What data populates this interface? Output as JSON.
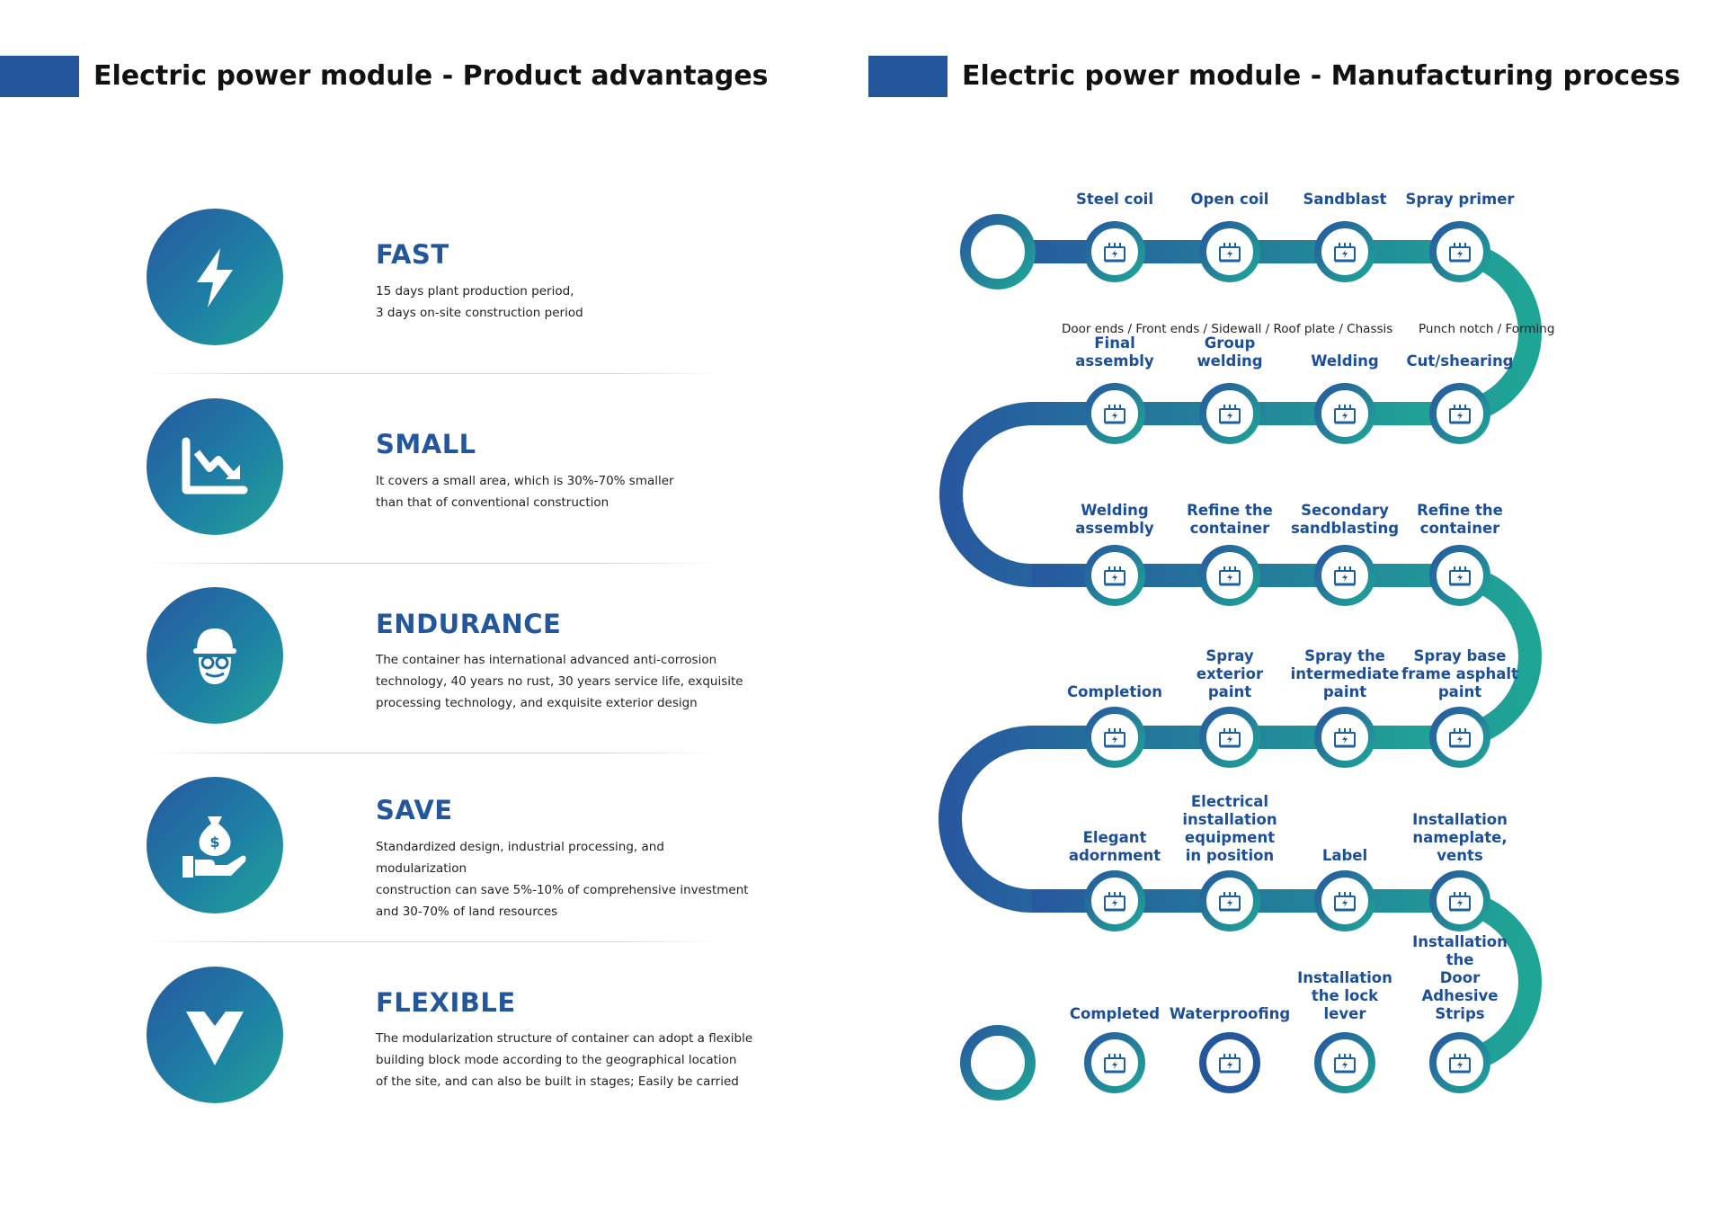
{
  "left": {
    "title": "Electric power module - Product advantages",
    "items": [
      {
        "icon": "lightning-icon",
        "title": "FAST",
        "desc": [
          "15 days plant production period,",
          "3 days on-site construction period"
        ]
      },
      {
        "icon": "chart-down-icon",
        "title": "SMALL",
        "desc": [
          "It covers a small area, which is 30%-70% smaller",
          "than that of conventional construction"
        ]
      },
      {
        "icon": "worker-helmet-icon",
        "title": "ENDURANCE",
        "desc": [
          "The container has international advanced anti-corrosion",
          "technology, 40 years no rust, 30 years service life, exquisite",
          "processing technology, and exquisite exterior design"
        ]
      },
      {
        "icon": "money-bag-hand-icon",
        "title": "SAVE",
        "desc": [
          "Standardized design, industrial processing, and modularization",
          "construction can save 5%-10% of comprehensive investment",
          "and 30-70% of land resources"
        ]
      },
      {
        "icon": "down-triangle-icon",
        "title": "FLEXIBLE",
        "desc": [
          "The modularization structure of container can adopt a flexible",
          "building block mode according to the geographical location",
          "of the site, and can also be built in stages; Easily be carried"
        ]
      }
    ]
  },
  "right": {
    "title": "Electric power module - Manufacturing process",
    "note_left": "Door ends / Front ends / Sidewall / Roof plate / Chassis",
    "note_right": "Punch notch / Forming",
    "rows": [
      [
        "Steel coil",
        "Open coil",
        "Sandblast",
        "Spray primer"
      ],
      [
        "Final assembly",
        "Group welding",
        "Welding",
        "Cut/shearing"
      ],
      [
        "Welding\nassembly",
        "Refine the\ncontainer",
        "Secondary\nsandblasting",
        "Refine the\ncontainer"
      ],
      [
        "Completion",
        "Spray exterior\npaint",
        "Spray the\nintermediate\npaint",
        "Spray base\nframe asphalt\npaint"
      ],
      [
        "Elegant\nadornment",
        "Electrical\ninstallation\nequipment\nin position",
        "Label",
        "Installation\nnameplate, vents"
      ],
      [
        "Completed",
        "Waterproofing",
        "Installation\nthe lock\nlever",
        "Installation the\nDoor Adhesive\nStrips"
      ]
    ],
    "node_icon": "container-icon"
  },
  "colors": {
    "accent": "#23569b",
    "teal": "#1fa596",
    "blue": "#27589f",
    "label": "#1d4f99"
  }
}
